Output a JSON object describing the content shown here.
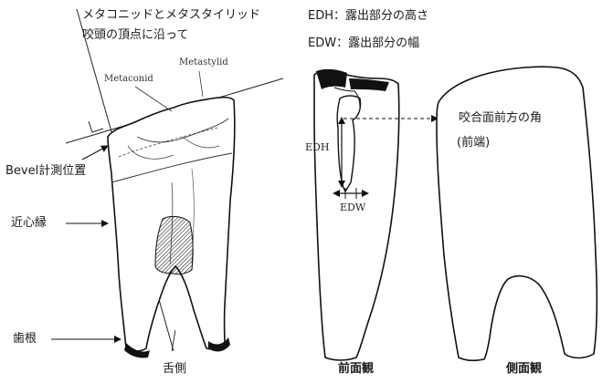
{
  "left_panel": {
    "header_line1": "メタコニッドとメタスタイリッド",
    "header_line2": "咬頭の頂点に沿って",
    "metaconid": "Metaconid",
    "metastylid": "Metastylid",
    "bevel_position": "Bevel計測位置",
    "mesial_margin": "近心縁",
    "root": "歯根",
    "lingual": "舌側"
  },
  "right_panel": {
    "edh_legend": "EDH：露出部分の高さ",
    "edw_legend": "EDW：露出部分の幅",
    "edh": "EDH",
    "edw": "EDW",
    "occlusal_corner": "咬合面前方の角",
    "anterior_end": "(前端)",
    "front_view": "前面観",
    "side_view": "側面観"
  }
}
